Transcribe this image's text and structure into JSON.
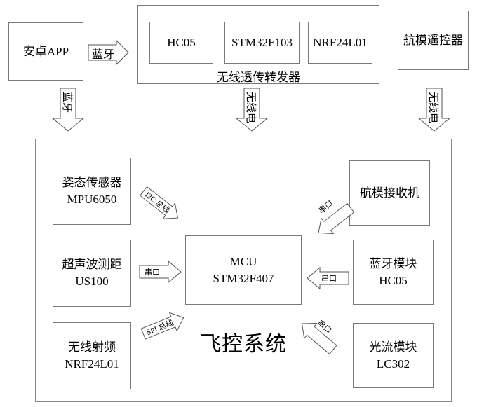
{
  "top": {
    "android_app": "安卓APP",
    "bt_arrow_label": "蓝牙",
    "transmitter": {
      "hc05": "HC05",
      "stm32f103": "STM32F103",
      "nrf24l01": "NRF24L01",
      "caption": "无线透传转发器"
    },
    "rc_transmitter": "航模遥控器",
    "down_arrows": [
      "蓝牙",
      "无线电",
      "无线电"
    ]
  },
  "flight_control": {
    "title": "飞控系统",
    "mcu": {
      "line1": "MCU",
      "line2": "STM32F407"
    },
    "left_modules": [
      {
        "line1": "姿态传感器",
        "line2": "MPU6050",
        "link": "I2C 总线"
      },
      {
        "line1": "超声波测距",
        "line2": "US100",
        "link": "串口"
      },
      {
        "line1": "无线射频",
        "line2": "NRF24L01",
        "link": "SPI 总线"
      }
    ],
    "right_modules": [
      {
        "line1": "航模接收机",
        "line2": "",
        "link": "串口"
      },
      {
        "line1": "蓝牙模块",
        "line2": "HC05",
        "link": "串口"
      },
      {
        "line1": "光流模块",
        "line2": "LC302",
        "link": "串口"
      }
    ]
  }
}
